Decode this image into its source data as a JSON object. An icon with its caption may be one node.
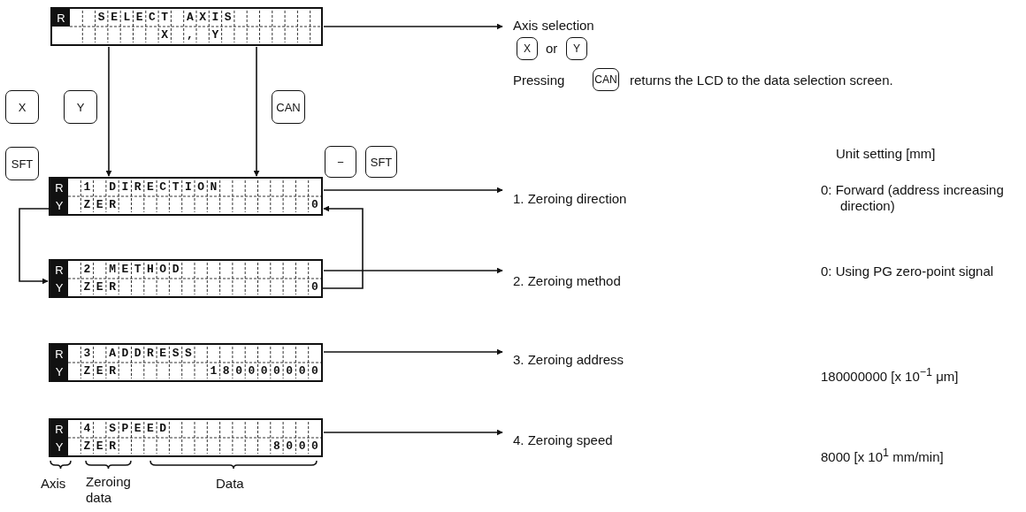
{
  "diagram": {
    "nodes": [
      {
        "text": [
          "R",
          "SELECT AXIS",
          "X , Y"
        ]
      },
      {
        "text": [
          "X"
        ]
      },
      {
        "text": [
          "Y"
        ]
      },
      {
        "text": [
          "CAN"
        ]
      },
      {
        "text": [
          "SFT"
        ]
      },
      {
        "text": [
          "−"
        ]
      },
      {
        "text": [
          "SFT"
        ]
      },
      {
        "text": [
          "R",
          "Y",
          "1 DIRECTION",
          "ZER",
          "0"
        ]
      },
      {
        "text": [
          "R",
          "Y",
          "2 METHOD",
          "ZER",
          "0"
        ]
      },
      {
        "text": [
          "R",
          "Y",
          "3 ADDRESS",
          "ZER",
          "180000000"
        ]
      },
      {
        "text": [
          "R",
          "Y",
          "4 SPEED",
          "ZER",
          "8000"
        ]
      },
      {
        "text": [
          "Axis selection"
        ]
      },
      {
        "text": [
          "X"
        ]
      },
      {
        "text": [
          "Y"
        ]
      },
      {
        "text": [
          "CAN"
        ]
      },
      {
        "text": [
          "1. Zeroing direction"
        ]
      },
      {
        "text": [
          "2. Zeroing method"
        ]
      },
      {
        "text": [
          "3. Zeroing address"
        ]
      },
      {
        "text": [
          "4. Zeroing speed"
        ]
      }
    ],
    "edges": [
      {
        "from": 0,
        "to": 7,
        "arrow": "to"
      },
      {
        "from": 0,
        "to": 7,
        "arrow": "to"
      },
      {
        "from": 7,
        "to": 8,
        "arrow": "to"
      },
      {
        "from": 8,
        "to": 7,
        "arrow": "to"
      },
      {
        "from": 0,
        "to": 11,
        "arrow": "to"
      },
      {
        "from": 7,
        "to": 15,
        "arrow": "to"
      },
      {
        "from": 8,
        "to": 16,
        "arrow": "to"
      },
      {
        "from": 9,
        "to": 17,
        "arrow": "to"
      },
      {
        "from": 10,
        "to": 18,
        "arrow": "to"
      }
    ],
    "labels": [
      "or",
      "Pressing",
      "returns the LCD to the data selection screen.",
      "Unit setting [mm]",
      "0: Forward (address increasing direction)",
      "0: Using PG zero-point signal",
      "180000000 [x 10$^{−1}$ μm]",
      "8000 [x 10$^{1}$ mm/min]",
      "Axis",
      "Zeroing data",
      "Data"
    ]
  }
}
